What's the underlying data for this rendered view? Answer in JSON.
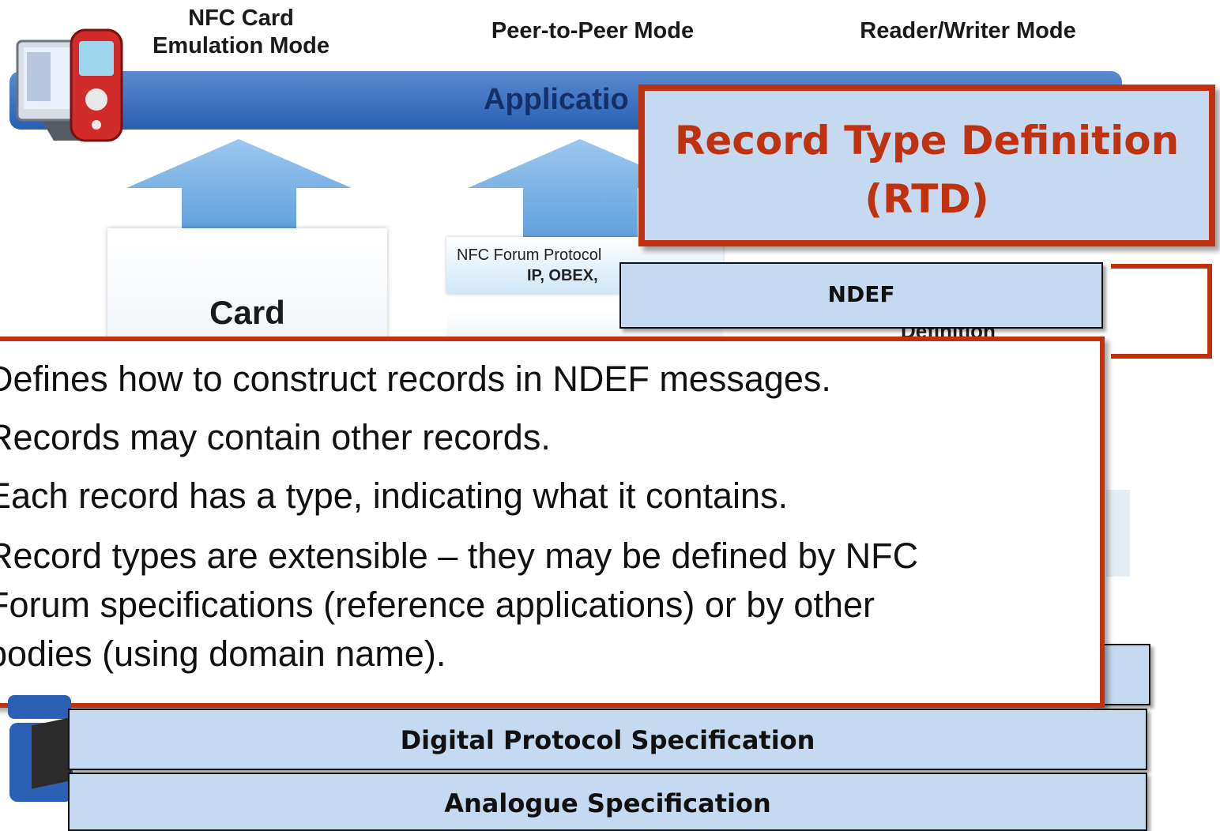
{
  "modes": {
    "card_emulation_line1": "NFC Card",
    "card_emulation_line2": "Emulation Mode",
    "peer_to_peer": "Peer-to-Peer Mode",
    "reader_writer": "Reader/Writer Mode"
  },
  "application_bar_label": "Applicatio",
  "card_label": "Card",
  "protocol_box": {
    "line1": "NFC Forum Protocol",
    "line2": "IP, OBEX,"
  },
  "definition_fragment": "Definition",
  "rtd": {
    "title_line1": "Record Type Definition",
    "title_line2": "(RTD)"
  },
  "ndef_label": "NDEF",
  "bullets": [
    "Defines how to construct records in NDEF messages.",
    "Records may contain other records.",
    "Each record has a type, indicating what it contains.",
    "Record types are extensible – they may be defined by NFC",
    "Forum specifications (reference applications) or by other",
    "bodies (using domain name)."
  ],
  "layers": {
    "digital": "Digital Protocol Specification",
    "analogue": "Analogue Specification"
  },
  "colors": {
    "accent_red": "#c0320f",
    "box_fill": "#c5d9f1",
    "app_bar_blue": "#2a5fb3",
    "arrow_blue": "#7fb4e4"
  }
}
